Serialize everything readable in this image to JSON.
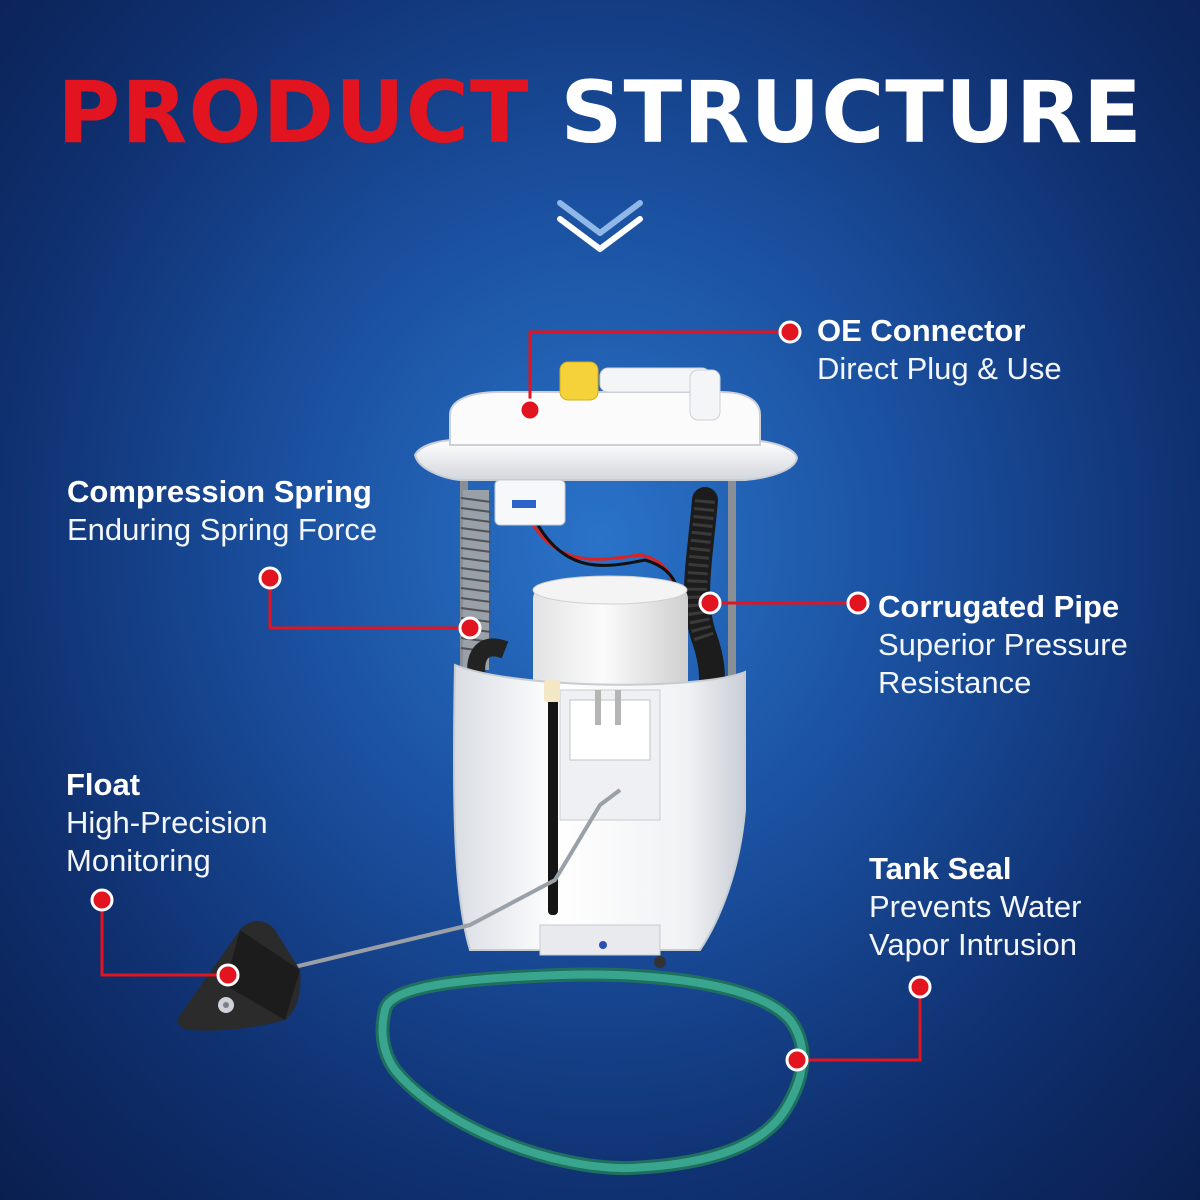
{
  "title": {
    "word1": "PRODUCT",
    "word2": "STRUCTURE"
  },
  "callouts": {
    "oe_connector": {
      "title": "OE Connector",
      "lines": [
        "Direct Plug & Use"
      ]
    },
    "compression_spring": {
      "title": "Compression Spring",
      "lines": [
        "Enduring Spring Force"
      ]
    },
    "corrugated_pipe": {
      "title": "Corrugated Pipe",
      "lines": [
        "Superior Pressure",
        "Resistance"
      ]
    },
    "float": {
      "title": "Float",
      "lines": [
        "High-Precision",
        "Monitoring"
      ]
    },
    "tank_seal": {
      "title": "Tank Seal",
      "lines": [
        "Prevents Water",
        "Vapor Intrusion"
      ]
    }
  },
  "colors": {
    "accent_red": "#e1141f",
    "background_blue": "#1a4f9e",
    "text_white": "#ffffff",
    "seal_green": "#3aa58f"
  },
  "icons": {
    "scroll_indicator": "double-chevron-down-icon"
  }
}
